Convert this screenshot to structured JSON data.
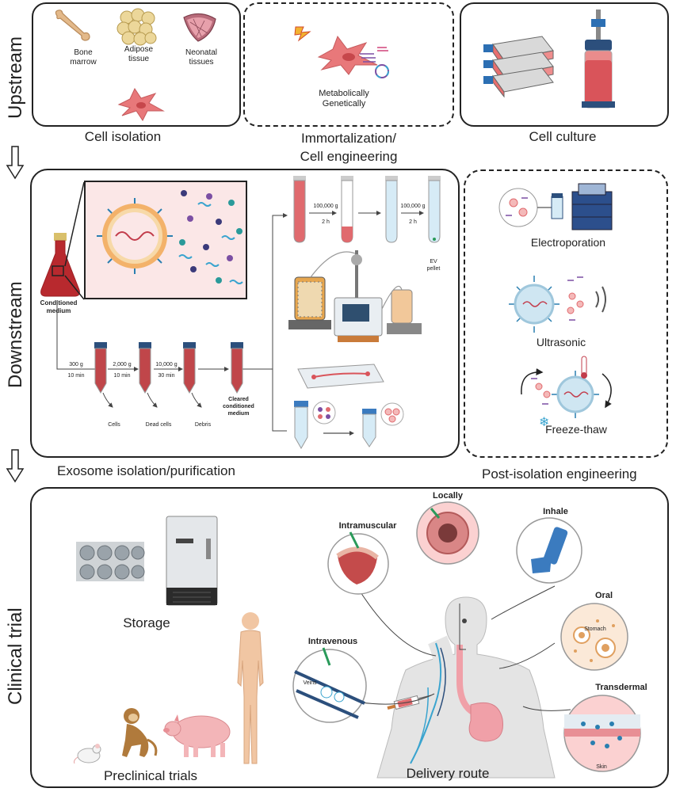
{
  "sections": {
    "upstream": "Upstream",
    "downstream": "Downstream",
    "clinical": "Clinical trial"
  },
  "upstream": {
    "sources": [
      "Bone\nmarrow",
      "Adipose\ntissue",
      "Neonatal\ntissues"
    ],
    "cell_isolation": "Cell isolation",
    "engineering_note": "Metabolically\nGenetically",
    "immortalization": "Immortalization/\nCell engineering",
    "cell_culture": "Cell culture"
  },
  "downstream": {
    "conditioned_medium": "Conditioned\nmedium",
    "spins": [
      {
        "g": "300 g",
        "t": "10 min"
      },
      {
        "g": "2,000 g",
        "t": "10 min"
      },
      {
        "g": "10,000 g",
        "t": "30 min"
      }
    ],
    "pellets": [
      "Cells",
      "Dead cells",
      "Debris"
    ],
    "cleared": "Cleared\nconditioned\nmedium",
    "ultra": [
      {
        "g": "100,000 g",
        "t": "2 h"
      },
      {
        "g": "100,000 g",
        "t": "2 h"
      }
    ],
    "ev_pellet": "EV\npellet",
    "exosome_isolation": "Exosome isolation/purification"
  },
  "post": {
    "electroporation": "Electroporation",
    "ultrasonic": "Ultrasonic",
    "freeze_thaw": "Freeze-thaw",
    "title": "Post-isolation engineering"
  },
  "clinical": {
    "storage": "Storage",
    "preclinical": "Preclinical trials",
    "delivery": "Delivery route",
    "routes": {
      "locally": "Locally",
      "inhale": "Inhale",
      "intramuscular": "Intramuscular",
      "oral": "Oral",
      "stomach": "Stomach",
      "intravenous": "Intravenous",
      "veins": "Veins",
      "transdermal": "Transdermal",
      "skin": "Skin"
    }
  },
  "colors": {
    "cell": "#e8787a",
    "tube_blue": "#2c4f7c",
    "medium_red": "#c0464a",
    "vesicle_blue": "#4aa6c7"
  }
}
